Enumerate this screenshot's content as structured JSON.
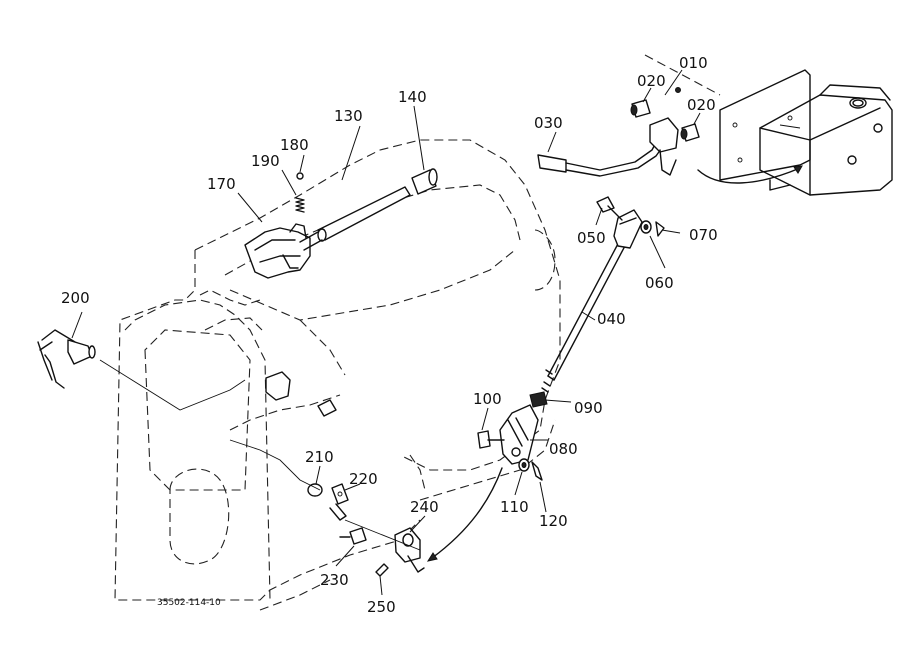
{
  "drawing_code": "35502-114-10",
  "parts": {
    "p010": "010",
    "p020a": "020",
    "p020b": "020",
    "p030": "030",
    "p040": "040",
    "p050": "050",
    "p060": "060",
    "p070": "070",
    "p080": "080",
    "p090": "090",
    "p100": "100",
    "p110": "110",
    "p120": "120",
    "p130": "130",
    "p140": "140",
    "p170": "170",
    "p180": "180",
    "p190": "190",
    "p200": "200",
    "p210": "210",
    "p220": "220",
    "p230": "230",
    "p240": "240",
    "p250": "250"
  }
}
